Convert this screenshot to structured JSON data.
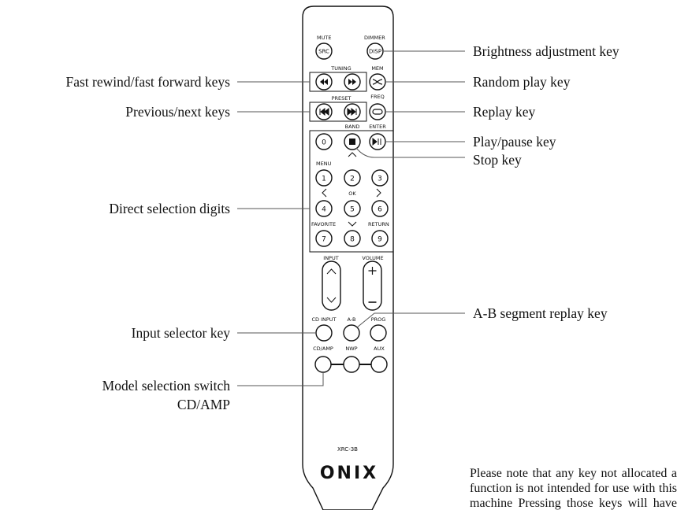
{
  "remote": {
    "model": "XRC-3B",
    "logo": "ONIX",
    "top_labels": {
      "mute": "MUTE",
      "dimmer": "DIMMER",
      "tuning": "TUNING",
      "mem": "MEM",
      "preset": "PRESET",
      "freq": "FREQ",
      "band": "BAND",
      "enter": "ENTER",
      "menu": "MENU",
      "ok": "OK",
      "favorite": "FAVORITE",
      "return": "RETURN",
      "input": "INPUT",
      "volume": "VOLUME",
      "cd_input": "CD INPUT",
      "a_b": "A-B",
      "prog": "PROG",
      "cd_amp": "CD/AMP",
      "nwp": "NWP",
      "aux": "AUX"
    },
    "buttons": {
      "src": "SRC",
      "disp": "DISP",
      "zero": "0",
      "digits": [
        "1",
        "2",
        "3",
        "4",
        "5",
        "6",
        "7",
        "8",
        "9"
      ]
    }
  },
  "callouts": {
    "brightness": "Brightness adjustment key",
    "fast_rewind": "Fast rewind/fast forward keys",
    "random": "Random play key",
    "prev_next": "Previous/next keys",
    "replay": "Replay key",
    "play_pause": "Play/pause key",
    "stop": "Stop key",
    "direct_digits": "Direct selection digits",
    "ab_replay": "A-B segment replay key",
    "input_selector": "Input selector key",
    "model_switch_1": "Model selection switch",
    "model_switch_2": "CD/AMP"
  },
  "note": "Please note that any key not allocated a function is not intended for use with this machine Pressing those keys will have no response."
}
